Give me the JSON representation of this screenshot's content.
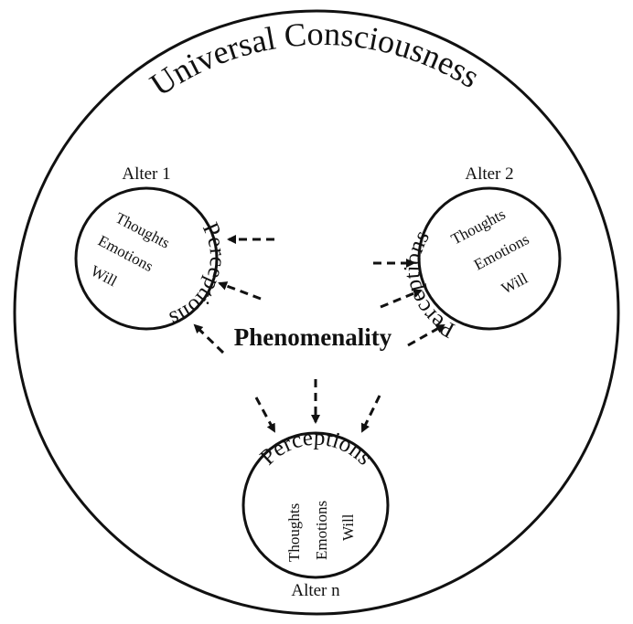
{
  "diagram": {
    "outer_title": "Universal Consciousness",
    "center_label": "Phenomenality",
    "alters": [
      {
        "name": "Alter 1",
        "perceptions": "Perceptions",
        "thoughts": "Thoughts",
        "emotions": "Emotions",
        "will": "Will"
      },
      {
        "name": "Alter 2",
        "perceptions": "Perceptions",
        "thoughts": "Thoughts",
        "emotions": "Emotions",
        "will": "Will"
      },
      {
        "name": "Alter n",
        "perceptions": "Perceptions",
        "thoughts": "Thoughts",
        "emotions": "Emotions",
        "will": "Will"
      }
    ],
    "colors": {
      "ink": "#111111",
      "background": "#ffffff"
    }
  }
}
